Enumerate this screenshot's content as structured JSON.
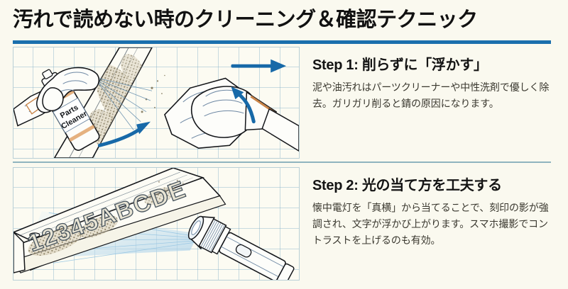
{
  "header": {
    "title": "汚れで読めない時のクリーニング＆確認テクニック",
    "rule_color": "#1a6fad"
  },
  "theme": {
    "background": "#faf9ef",
    "panel_background": "#fcfbf2",
    "panel_border": "#b9cfd6",
    "grid_line": "#78a8c4",
    "accent_blue": "#1a6fad",
    "arrow_blue": "#1769a8",
    "separator": "#8fb4bf",
    "heading_text": "#141414",
    "body_text": "#3a382f",
    "grime_color": "#8a7f65",
    "light_beam": "#bcd9ef"
  },
  "steps": [
    {
      "id": "step-1",
      "heading": "Step 1: 削らずに「浮かす」",
      "body": "泥や油汚れはパーツクリーナーや中性洗剤で優しく除去。ガリガリ削ると錆の原因になります。",
      "illustration": {
        "name": "spray-cleaner-and-wipe-illustration",
        "labels": {
          "can_line_1": "Parts",
          "can_line_2": "Cleaner"
        },
        "elements": [
          "gloved-hand-holding-spray-can",
          "spray-mist",
          "dirty-frame-rail",
          "gloved-hand-with-cloth",
          "direction-arrow-right",
          "direction-arrow-up",
          "direction-arrow-up-right"
        ]
      }
    },
    {
      "id": "step-2",
      "heading": "Step 2: 光の当て方を工夫する",
      "body": "懐中電灯を「真横」から当てることで、刻印の影が強調され、文字が浮かび上がります。スマホ撮影でコントラストを上げるのも有効。",
      "illustration": {
        "name": "flashlight-raking-light-illustration",
        "labels": {
          "stamped_serial": "12345ABCDE"
        },
        "elements": [
          "metal-frame-rail",
          "stamped-serial-characters",
          "grime-patch",
          "flashlight",
          "raking-light-beam"
        ]
      }
    }
  ]
}
